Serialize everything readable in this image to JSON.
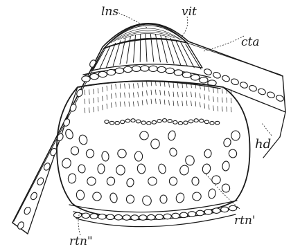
{
  "labels": {
    "lns": "lns",
    "vit": "vit",
    "cta": "cta",
    "hd": "hd",
    "rtn2": "rtn\"",
    "rtn1": "rtn'"
  },
  "colors": {
    "ink": "#1a1a1a",
    "paper": "#ffffff"
  }
}
